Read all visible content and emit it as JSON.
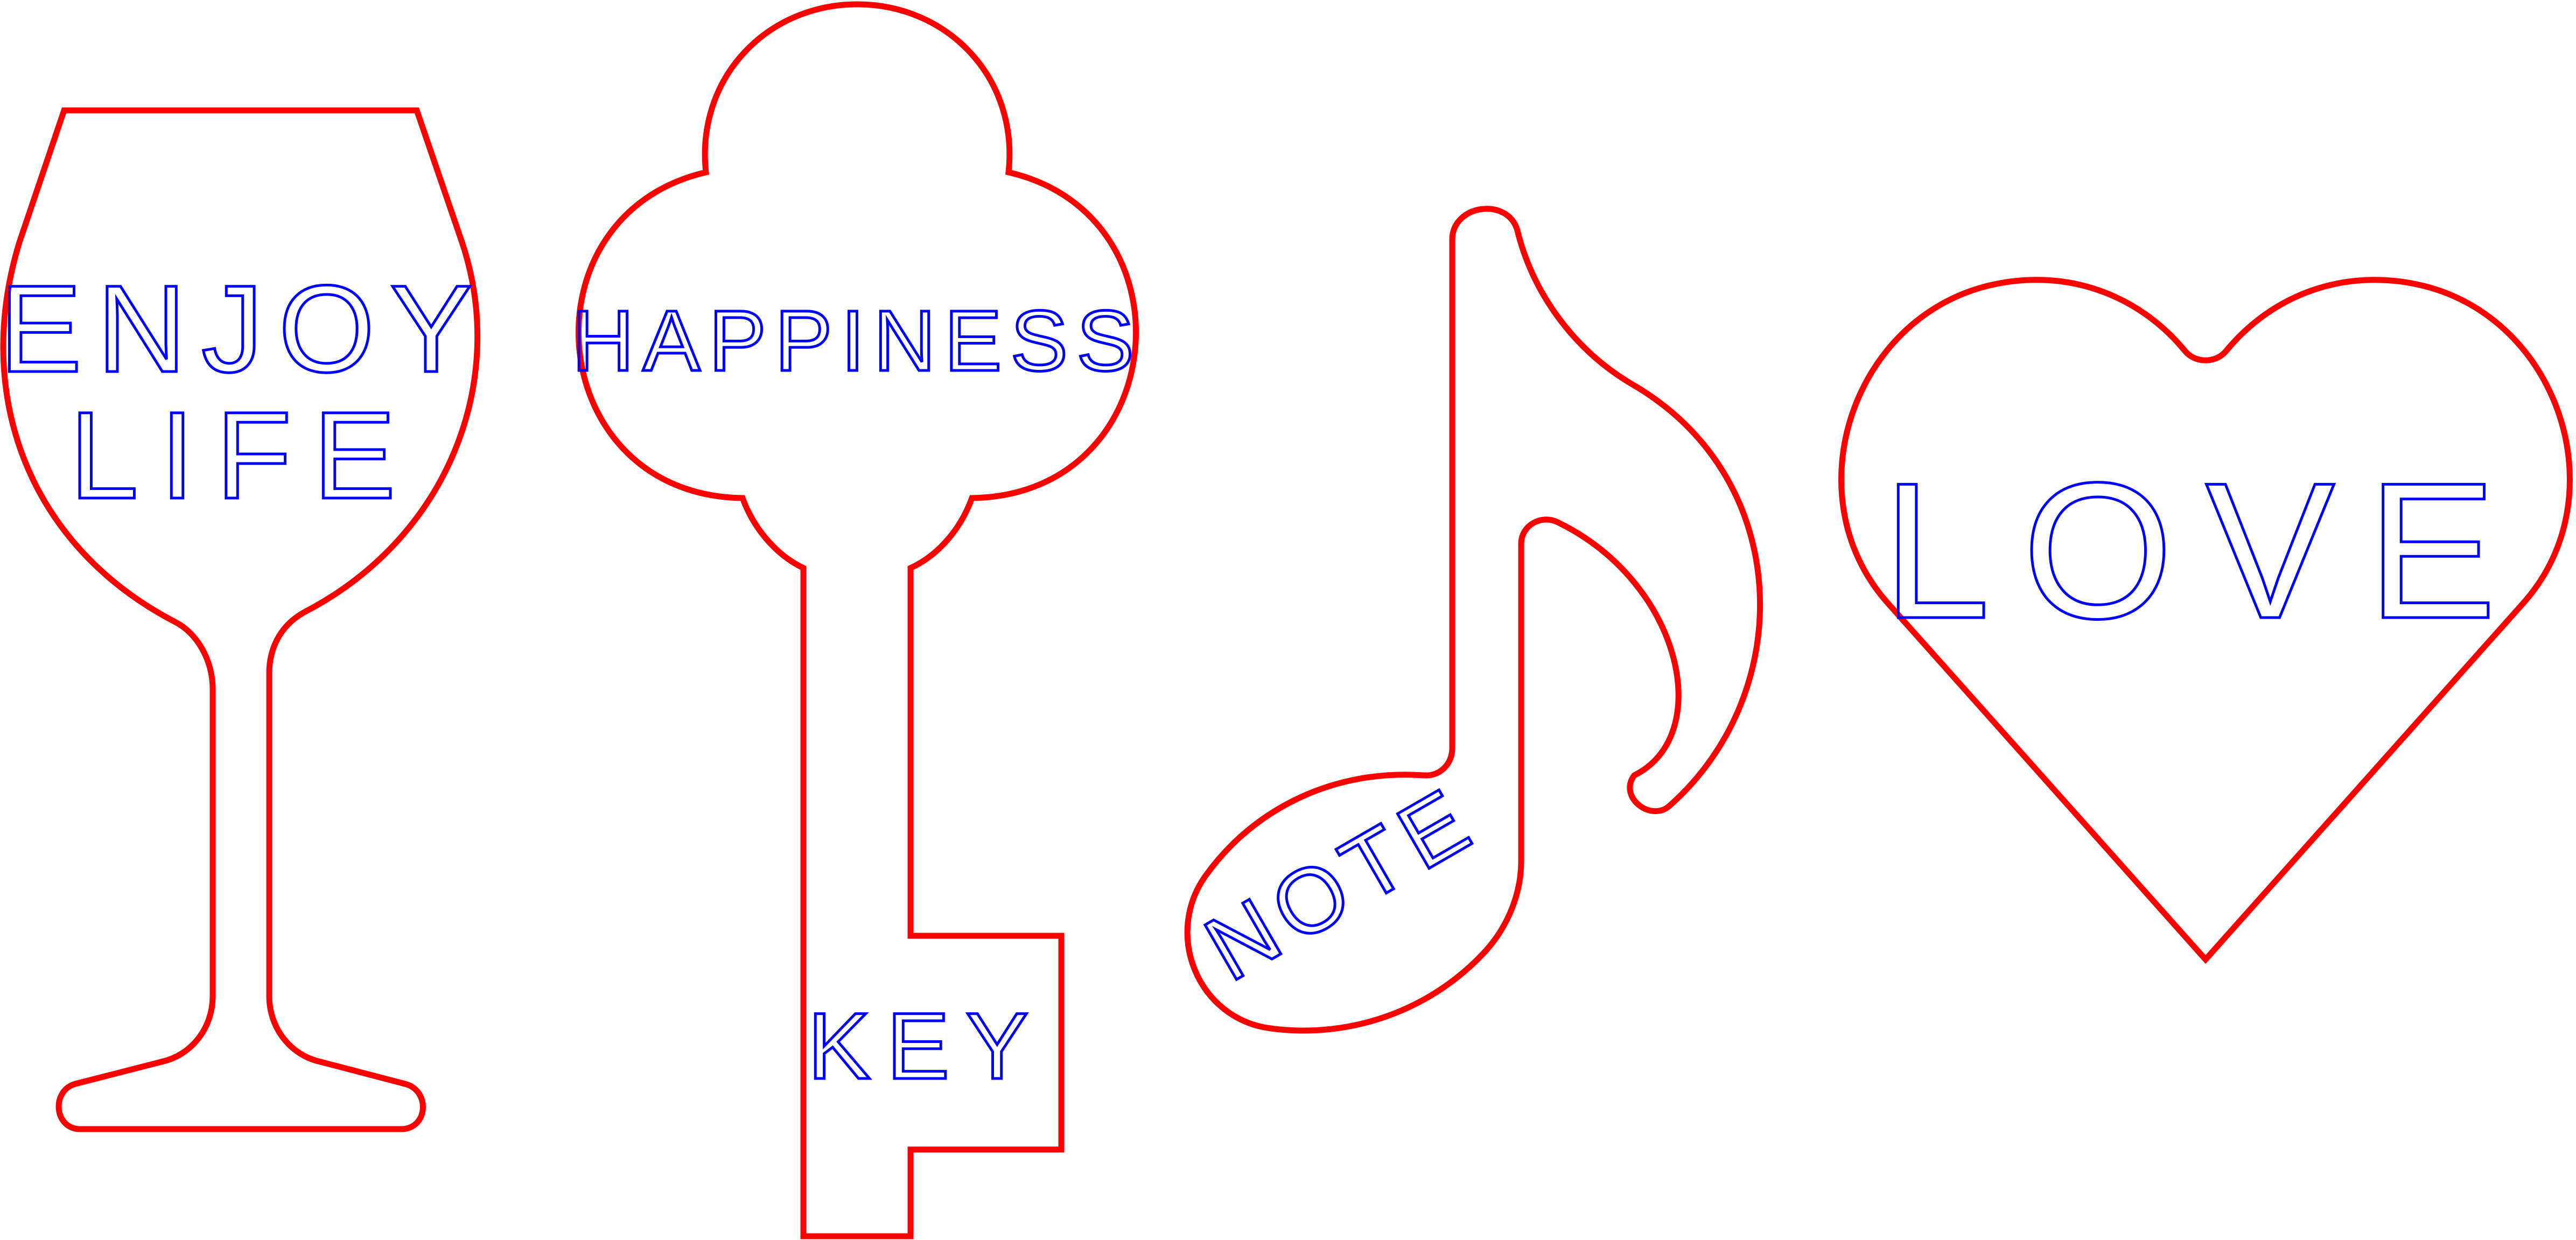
{
  "colors": {
    "outline": "#ff0000",
    "text": "#0000ff",
    "background": "#ffffff"
  },
  "shapes": {
    "wine_glass": {
      "icon": "wine-glass-icon",
      "line1": "ENJOY",
      "line2": "LIFE"
    },
    "key": {
      "icon": "key-icon",
      "head_text": "HAPPINESS",
      "shaft_text": "KEY"
    },
    "music_note": {
      "icon": "music-note-icon",
      "text": "NOTE"
    },
    "heart": {
      "icon": "heart-icon",
      "text": "LOVE"
    }
  }
}
